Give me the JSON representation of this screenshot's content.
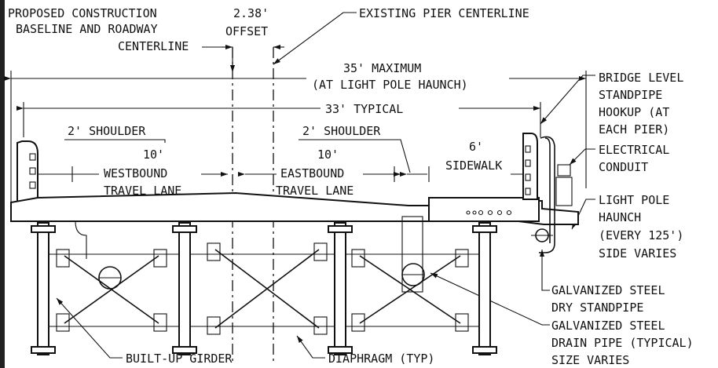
{
  "labels": {
    "proposed_l1": "PROPOSED CONSTRUCTION",
    "proposed_l2": "BASELINE AND ROADWAY",
    "proposed_l3": "CENTERLINE",
    "offset_value": "2.38'",
    "offset_word": "OFFSET",
    "existing_pier": "EXISTING PIER CENTERLINE",
    "max_l1": "35' MAXIMUM",
    "max_l2": "(AT LIGHT POLE HAUNCH)",
    "typical": "33' TYPICAL",
    "shoulder_left": "2' SHOULDER",
    "shoulder_right": "2' SHOULDER",
    "wb_width": "10'",
    "wb_l1": "WESTBOUND",
    "wb_l2": "TRAVEL LANE",
    "eb_width": "10'",
    "eb_l1": "EASTBOUND",
    "eb_l2": "TRAVEL LANE",
    "sidewalk_width": "6'",
    "sidewalk": "SIDEWALK",
    "standpipe_l1": "BRIDGE LEVEL",
    "standpipe_l2": "STANDPIPE",
    "standpipe_l3": "HOOKUP (AT",
    "standpipe_l4": "EACH PIER)",
    "electrical_l1": "ELECTRICAL",
    "electrical_l2": "CONDUIT",
    "haunch_l1": "LIGHT POLE",
    "haunch_l2": "HAUNCH",
    "haunch_l3": "(EVERY 125')",
    "haunch_l4": "SIDE VARIES",
    "dry_l1": "GALVANIZED STEEL",
    "dry_l2": "DRY STANDPIPE",
    "drain_l1": "GALVANIZED STEEL",
    "drain_l2": "DRAIN PIPE (TYPICAL)",
    "drain_l3": "SIZE VARIES",
    "girder": "BUILT-UP GIRDER",
    "diaphragm": "DIAPHRAGM (TYP)"
  }
}
